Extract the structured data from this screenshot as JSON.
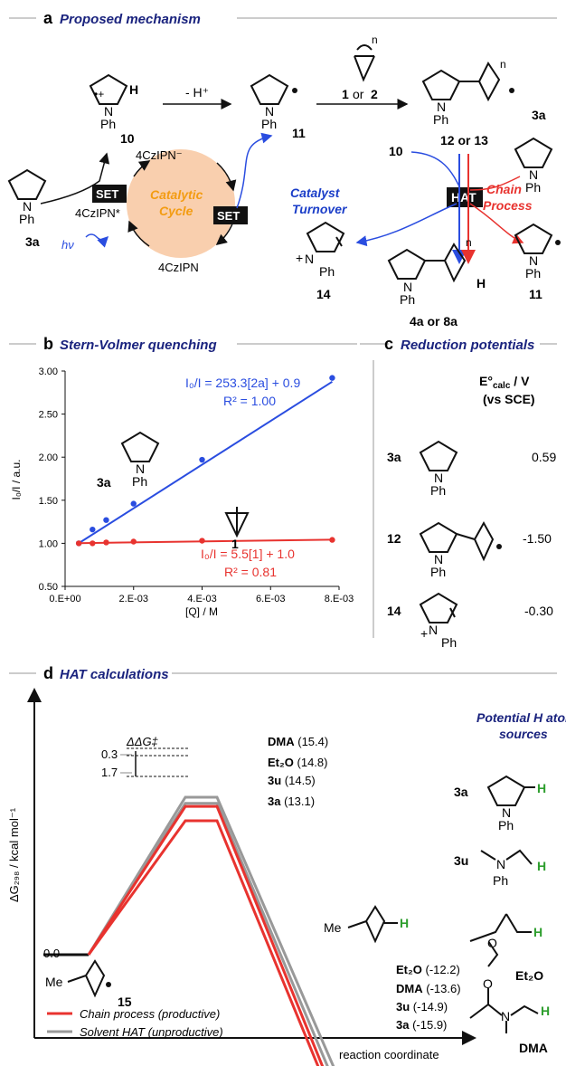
{
  "panel_a": {
    "letter": "a",
    "title": "Proposed mechanism",
    "n_label": "n",
    "deprot": "- H⁺",
    "reagent": "or",
    "reagent_1": "1",
    "reagent_2": "2",
    "radical_12_13": "12 or 13",
    "cmpd_10": "10",
    "cmpd_11": "11",
    "cmpd_3a": "3a",
    "cmpd_14": "14",
    "cmpd_4a8a": "4a or 8a",
    "ph": "Ph",
    "n": "N",
    "h": "H",
    "cycle_center_1": "Catalytic",
    "cycle_center_2": "Cycle",
    "czipn_minus": "4CzIPN⁻",
    "czipn_star": "4CzIPN*",
    "czipn": "4CzIPN",
    "set": "SET",
    "hat": "HAT",
    "hv": "hν",
    "catalyst_turnover_1": "Catalyst",
    "catalyst_turnover_2": "Turnover",
    "chain_process_1": "Chain",
    "chain_process_2": "Process"
  },
  "panel_b": {
    "letter": "b",
    "title": "Stern-Volmer quenching",
    "ylabel": "I₀/I / a.u.",
    "xlabel": "[Q] / M",
    "eq_blue": "I₀/I = 253.3[2a] + 0.9",
    "r2_blue": "R² = 1.00",
    "eq_red": "I₀/I = 5.5[1] + 1.0",
    "r2_red": "R² = 0.81",
    "lbl_3a": "3a",
    "lbl_1": "1"
  },
  "panel_c": {
    "letter": "c",
    "title": "Reduction potentials",
    "header1": "E°calc / V",
    "header2": "(vs SCE)",
    "rows": [
      {
        "id": "3a",
        "value": "0.59"
      },
      {
        "id": "12",
        "value": "-1.50"
      },
      {
        "id": "14",
        "value": "-0.30"
      }
    ]
  },
  "panel_d": {
    "letter": "d",
    "title": "HAT calculations",
    "ylabel": "ΔG₂₉₈ / kcal mol⁻¹",
    "xlabel": "reaction coordinate",
    "ddg": "ΔΔG‡",
    "ddg_03": "0.3",
    "ddg_17": "1.7",
    "start": "0.0",
    "cmpd_15": "15",
    "me": "Me",
    "legend_red": "Chain process (productive)",
    "legend_gray": "Solvent HAT (unproductive)",
    "h_sources_1": "Potential H atom",
    "h_sources_2": "sources",
    "sources": [
      "3a",
      "3u",
      "Et₂O",
      "DMA"
    ],
    "ts_labels": [
      {
        "name": "DMA",
        "value": "(15.4)"
      },
      {
        "name": "Et₂O",
        "value": "(14.8)"
      },
      {
        "name": "3u",
        "value": "(14.5)"
      },
      {
        "name": "3a",
        "value": "(13.1)"
      }
    ],
    "product_labels": [
      {
        "name": "Et₂O",
        "value": "(-12.2)"
      },
      {
        "name": "DMA",
        "value": "(-13.6)"
      },
      {
        "name": "3u",
        "value": "(-14.9)"
      },
      {
        "name": "3a",
        "value": "(-15.9)"
      }
    ]
  },
  "chart_data": {
    "type": "scatter",
    "xlabel": "[Q] / M",
    "ylabel": "I₀/I / a.u.",
    "xlim": [
      0,
      0.008
    ],
    "ylim": [
      0.5,
      3.0
    ],
    "xticks": [
      "0.E+00",
      "2.E-03",
      "4.E-03",
      "6.E-03",
      "8.E-03"
    ],
    "yticks": [
      "0.50",
      "1.00",
      "1.50",
      "2.00",
      "2.50",
      "3.00"
    ],
    "grid": false,
    "colors": {
      "blue": "#2a4de0",
      "red": "#e8332f"
    },
    "series": [
      {
        "name": "3a",
        "color": "#2a4de0",
        "x": [
          0.0004,
          0.0008,
          0.0012,
          0.002,
          0.004,
          0.0078
        ],
        "y": [
          1.0,
          1.16,
          1.27,
          1.46,
          1.97,
          2.92
        ],
        "fit": {
          "slope": 253.3,
          "intercept": 0.9
        }
      },
      {
        "name": "1",
        "color": "#e8332f",
        "x": [
          0.0004,
          0.0008,
          0.0012,
          0.002,
          0.004,
          0.0078
        ],
        "y": [
          1.0,
          1.0,
          1.01,
          1.02,
          1.03,
          1.04
        ],
        "fit": {
          "slope": 5.5,
          "intercept": 1.0
        }
      }
    ]
  }
}
